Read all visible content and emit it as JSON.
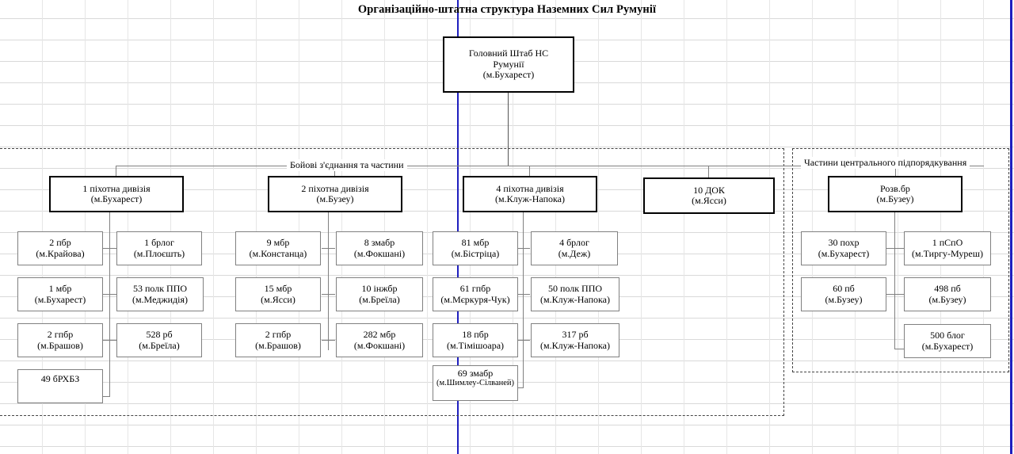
{
  "title": "Організаційно-штатна структура  Наземних Сил Румунії",
  "root": {
    "lines": [
      "Головний Штаб НС",
      "Румунії",
      "(м.Бухарест)"
    ]
  },
  "sections": {
    "combat_label": "Бойові з'єднання та частини",
    "central_label": "Частини центрального підпорядкування"
  },
  "groups": [
    {
      "id": "div1",
      "header": {
        "lines": [
          "1 піхотна дивізія",
          "(м.Бухарест)"
        ]
      },
      "left": [
        {
          "lines": [
            "2 пбр",
            "(м.Крайова)"
          ]
        },
        {
          "lines": [
            "1 мбр",
            "(м.Бухарест)"
          ]
        },
        {
          "lines": [
            "2 гпбр",
            "(м.Брашов)"
          ]
        },
        {
          "lines": [
            "49 бРХБЗ"
          ]
        }
      ],
      "right": [
        {
          "lines": [
            "1 брлог",
            "(м.Плоєшть)"
          ]
        },
        {
          "lines": [
            "53 полк ППО",
            "(м.Меджидія)"
          ]
        },
        {
          "lines": [
            "528 рб",
            "(м.Бреїла)"
          ]
        }
      ]
    },
    {
      "id": "div2",
      "header": {
        "lines": [
          "2 піхотна дивізія",
          "(м.Бузеу)"
        ]
      },
      "left": [
        {
          "lines": [
            "9 мбр",
            "(м.Констанца)"
          ]
        },
        {
          "lines": [
            "15 мбр",
            "(м.Ясси)"
          ]
        },
        {
          "lines": [
            "2 гпбр",
            "(м.Брашов)"
          ]
        }
      ],
      "right": [
        {
          "lines": [
            "8 змабр",
            "(м.Фокшані)"
          ]
        },
        {
          "lines": [
            "10 інжбр",
            "(м.Бреїла)"
          ]
        },
        {
          "lines": [
            "282 мбр",
            "(м.Фокшані)"
          ]
        }
      ]
    },
    {
      "id": "div4",
      "header": {
        "lines": [
          "4 піхотна дивізія",
          "(м.Клуж-Напока)"
        ]
      },
      "left": [
        {
          "lines": [
            "81 мбр",
            "(м.Бістріца)"
          ]
        },
        {
          "lines": [
            "61 гпбр",
            "(м.Мєркуря-Чук)"
          ]
        },
        {
          "lines": [
            "18 пбр",
            "(м.Тімішоара)"
          ]
        },
        {
          "lines": [
            "69 змабр",
            "(м.Шимлеу-Сілваней)"
          ]
        }
      ],
      "right": [
        {
          "lines": [
            "4 брлог",
            "(м.Деж)"
          ]
        },
        {
          "lines": [
            "50 полк ППО",
            "(м.Клуж-Напока)"
          ]
        },
        {
          "lines": [
            "317 рб",
            "(м.Клуж-Напока)"
          ]
        }
      ]
    },
    {
      "id": "dok10",
      "header": {
        "lines": [
          "10 ДОК",
          "(м.Ясси)"
        ]
      },
      "left": [],
      "right": []
    },
    {
      "id": "central",
      "header": {
        "lines": [
          "Розв.бр",
          "(м.Бузеу)"
        ]
      },
      "left": [
        {
          "lines": [
            "30 похр",
            "(м.Бухарест)"
          ]
        },
        {
          "lines": [
            "60 пб",
            "(м.Бузеу)"
          ]
        }
      ],
      "right": [
        {
          "lines": [
            "1 пСпО",
            "(м.Тиргу-Муреш)"
          ]
        },
        {
          "lines": [
            "498 пб",
            "(м.Бузеу)"
          ]
        },
        {
          "lines": [
            "500 блог",
            "(м.Бухарест)"
          ]
        }
      ]
    }
  ],
  "colors": {
    "box_border_thick": "#000000",
    "box_border_thin": "#808080",
    "connector": "#808080",
    "page_break": "#1f1fbf",
    "panel_border": "#444444",
    "grid": "#d9d9d9"
  }
}
